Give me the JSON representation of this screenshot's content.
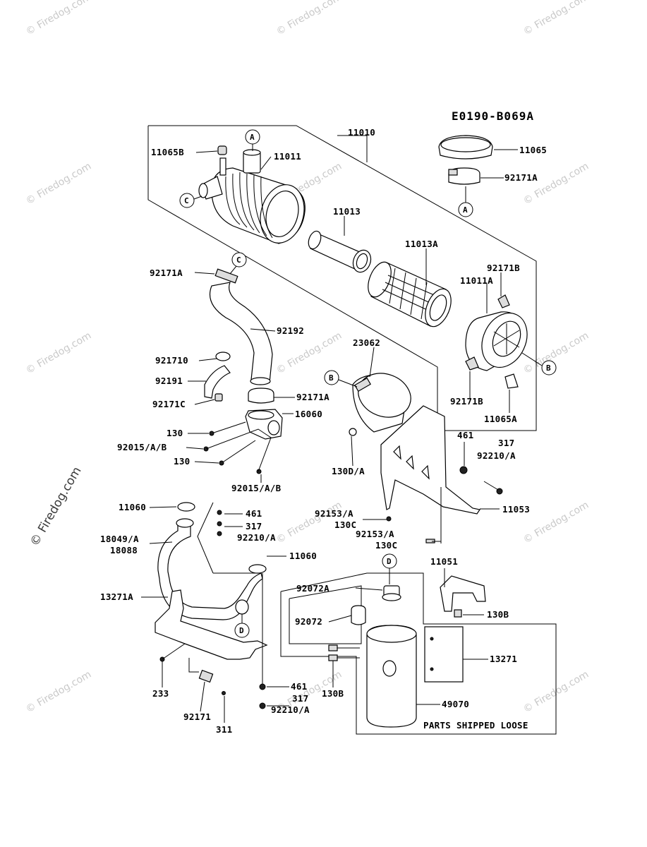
{
  "diagram": {
    "code": "E0190-B069A",
    "shipped_loose": "PARTS SHIPPED LOOSE"
  },
  "watermark": {
    "text": "© Firedog.com"
  },
  "labels": {
    "p11010": "11010",
    "p11065B": "11065B",
    "p11011": "11011",
    "p11065": "11065",
    "p92171A_top": "92171A",
    "p11013": "11013",
    "p11013A": "11013A",
    "p92171A_c": "92171A",
    "p92171B_top": "92171B",
    "p11011A": "11011A",
    "p92192": "92192",
    "p23062": "23062",
    "p92171D": "921710",
    "p92191": "92191",
    "p92171A_mid": "92171A",
    "p92171C": "92171C",
    "p16060": "16060",
    "p92171B_bot": "92171B",
    "p11065A": "11065A",
    "p130_a": "130",
    "p92015_a": "92015/A/B",
    "p130_b": "130",
    "p92015_b": "92015/A/B",
    "p130D": "130D/A",
    "p461_r": "461",
    "p317_r": "317",
    "p92210_r": "92210/A",
    "p11060_a": "11060",
    "p461_l": "461",
    "p317_l": "317",
    "p92210_l": "92210/A",
    "p18049": "18049/A",
    "p18088": "18088",
    "p92153_a": "92153/A",
    "p130C_a": "130C",
    "p92153_b": "92153/A",
    "p130C_b": "130C",
    "p11053": "11053",
    "p11060_b": "11060",
    "p11051": "11051",
    "p92072A": "92072A",
    "p13271A": "13271A",
    "p92072": "92072",
    "p130B_r": "130B",
    "p13271": "13271",
    "p233": "233",
    "p461_b": "461",
    "p317_b": "317",
    "p92210_b": "92210/A",
    "p130B_b": "130B",
    "p49070": "49070",
    "p92171": "92171",
    "p311": "311"
  },
  "callouts": {
    "A": "A",
    "B": "B",
    "C": "C",
    "D": "D"
  }
}
